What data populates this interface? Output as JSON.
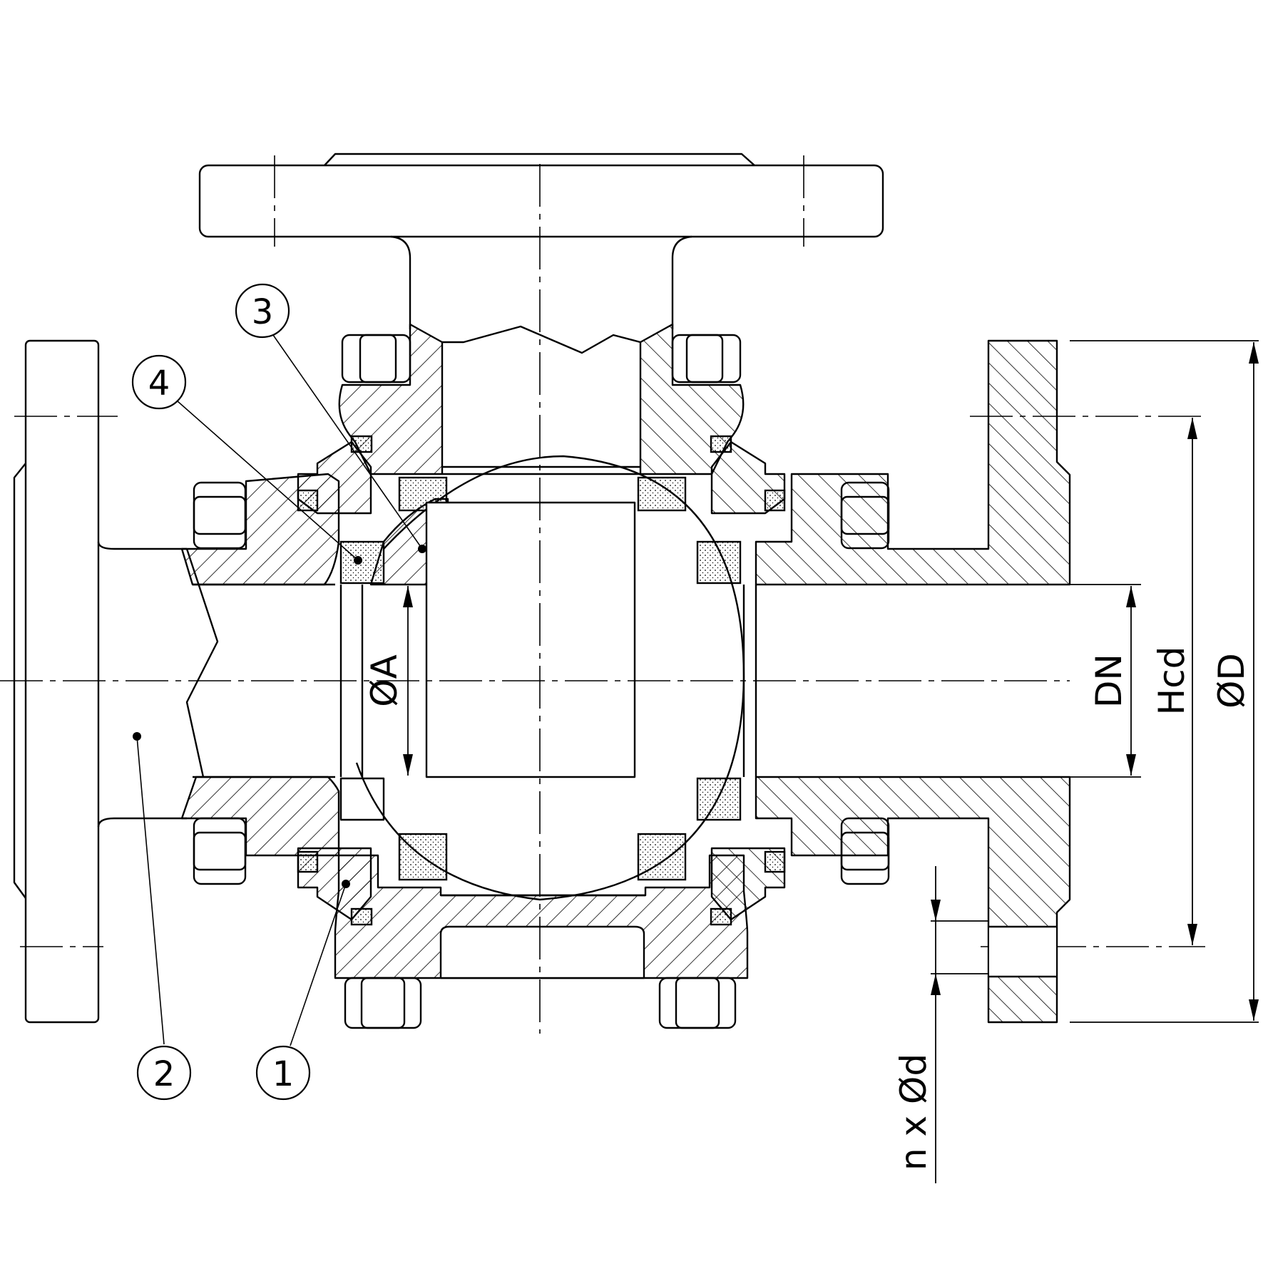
{
  "balloons": [
    {
      "id": "1",
      "label": "1"
    },
    {
      "id": "2",
      "label": "2"
    },
    {
      "id": "3",
      "label": "3"
    },
    {
      "id": "4",
      "label": "4"
    }
  ],
  "dimensions": {
    "bore": "ØA",
    "nominal": "DN",
    "bolt_circle": "Hcd",
    "flange_diameter": "ØD",
    "holes": "n x Ød"
  }
}
